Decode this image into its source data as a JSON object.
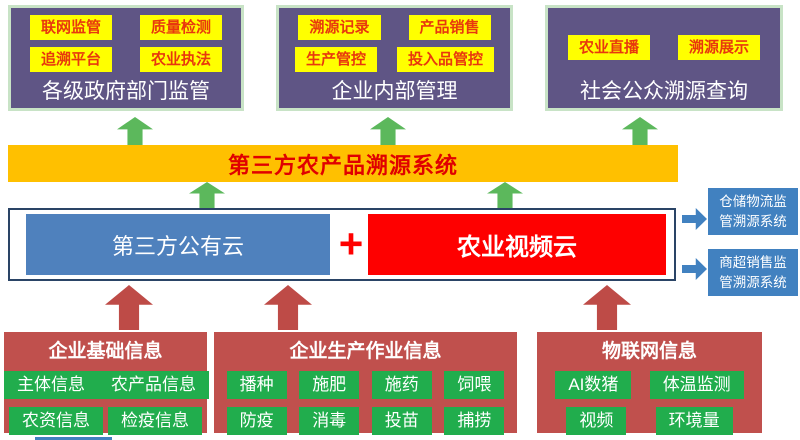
{
  "diagram": {
    "top_boxes": [
      {
        "title": "各级政府部门监管",
        "buttons": [
          "联网监管",
          "质量检测",
          "追溯平台",
          "农业执法"
        ]
      },
      {
        "title": "企业内部管理",
        "buttons": [
          "溯源记录",
          "产品销售",
          "生产管控",
          "投入品管控"
        ]
      },
      {
        "title": "社会公众溯源查询",
        "buttons": [
          "农业直播",
          "溯源展示"
        ]
      }
    ],
    "system_bar": {
      "title": "第三方农产品溯源系统"
    },
    "cloud_section": {
      "public_cloud": "第三方公有云",
      "plus": "+",
      "video_cloud": "农业视频云"
    },
    "side_systems": [
      {
        "line1": "仓储物流监",
        "line2": "管溯源系统"
      },
      {
        "line1": "商超销售监",
        "line2": "管溯源系统"
      }
    ],
    "bottom_boxes": [
      {
        "title": "企业基础信息",
        "buttons": [
          "主体信息",
          "农产品信息",
          "农资信息",
          "检疫信息"
        ]
      },
      {
        "title": "企业生产作业信息",
        "buttons": [
          "播种",
          "施肥",
          "施药",
          "饲喂",
          "防疫",
          "消毒",
          "投苗",
          "捕捞"
        ]
      },
      {
        "title": "物联网信息",
        "buttons": [
          "AI数猪",
          "体温监测",
          "视频",
          "环境量"
        ]
      }
    ],
    "colors": {
      "purple_box": "#5F5585",
      "purple_border": "#C8E3C6",
      "yellow_button": "#FFFF00",
      "yellow_button_text": "#E8380D",
      "orange_bar": "#FFC000",
      "orange_bar_text": "#E00000",
      "green_arrow": "#5CB85C",
      "blue_cloud": "#4F81BD",
      "red_cloud": "#FE0000",
      "container_border": "#2A4466",
      "side_blue": "#4181C0",
      "bottom_red": "#C0504D",
      "green_button": "#21AD4D",
      "red_arrow": "#BE4B47"
    }
  }
}
